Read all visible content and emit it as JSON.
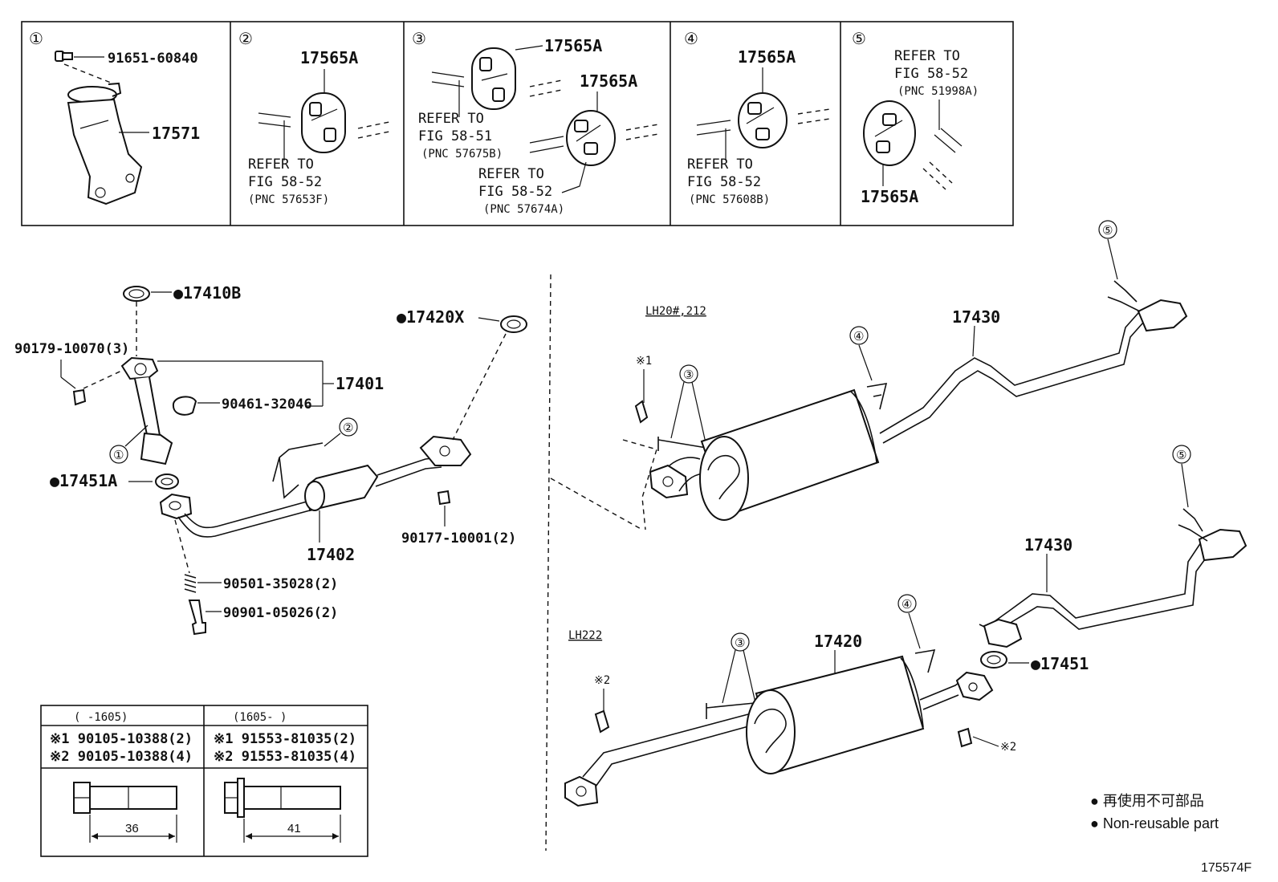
{
  "details": {
    "panel1": {
      "num": "①",
      "bolt": "91651-60840",
      "bracket": "17571"
    },
    "panel2": {
      "num": "②",
      "part": "17565A",
      "ref1": "REFER TO",
      "ref2": "FIG 58-52",
      "ref3": "(PNC 57653F)"
    },
    "panel3": {
      "num": "③",
      "part_a": "17565A",
      "part_b": "17565A",
      "refA1": "REFER TO",
      "refA2": "FIG 58-51",
      "refA3": "(PNC 57675B)",
      "refB1": "REFER TO",
      "refB2": "FIG 58-52",
      "refB3": "(PNC 57674A)"
    },
    "panel4": {
      "num": "④",
      "part": "17565A",
      "ref1": "REFER TO",
      "ref2": "FIG 58-52",
      "ref3": "(PNC 57608B)"
    },
    "panel5": {
      "num": "⑤",
      "part": "17565A",
      "ref1": "REFER TO",
      "ref2": "FIG 58-52",
      "ref3": "(PNC 51998A)"
    }
  },
  "front": {
    "p17410B": "●17410B",
    "p90179": "90179-10070(3)",
    "p17401": "17401",
    "p90461": "90461-32046",
    "c1": "①",
    "c2": "②",
    "p17451A": "●17451A",
    "p17402": "17402",
    "p17420X": "●17420X",
    "p90177": "90177-10001(2)",
    "p90501": "90501-35028(2)",
    "p90901": "90901-05026(2)"
  },
  "rear_top": {
    "variant": "LH20#,212",
    "note": "※1",
    "c3": "③",
    "c4": "④",
    "c5": "⑤",
    "p17430": "17430"
  },
  "rear_bottom": {
    "variant": "LH222",
    "note": "※2",
    "note2": "※2",
    "c3": "③",
    "c4": "④",
    "c5": "⑤",
    "p17430": "17430",
    "p17420": "17420",
    "p17451": "●17451"
  },
  "bolt_table": {
    "col1_header": "(      -1605)",
    "col2_header": "(1605-      )",
    "col1_row1": "※1 90105-10388(2)",
    "col1_row2": "※2 90105-10388(4)",
    "col2_row1": "※1 91553-81035(2)",
    "col2_row2": "※2 91553-81035(4)",
    "col1_len": "36",
    "col2_len": "41"
  },
  "legend": {
    "jp": "● 再使用不可部品",
    "en": "● Non-reusable part"
  },
  "figure_code": "175574F"
}
